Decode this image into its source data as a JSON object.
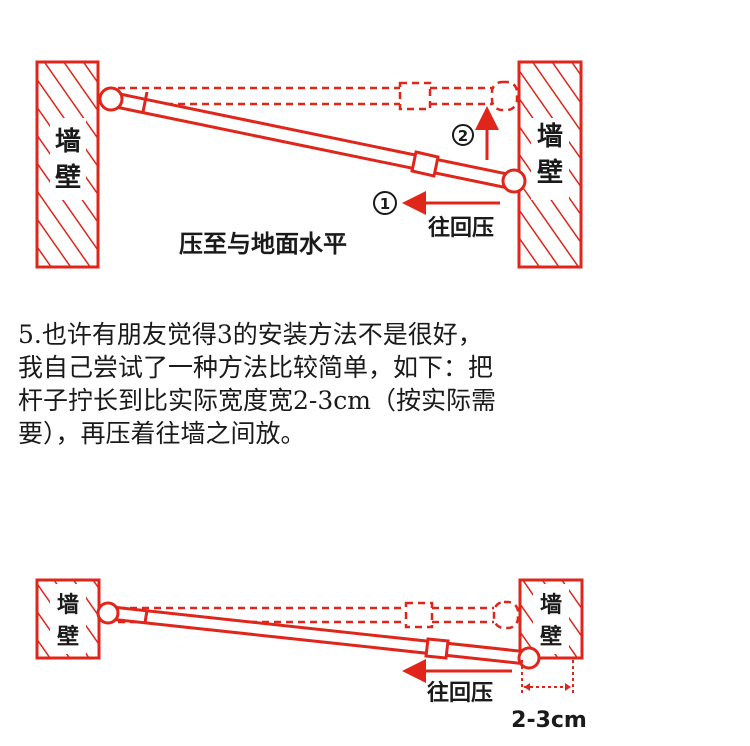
{
  "colors": {
    "accent": "#e0251b",
    "text": "#1a1a1a"
  },
  "top_diagram": {
    "wall_left": [
      "墙",
      "壁"
    ],
    "wall_right": [
      "墙",
      "壁"
    ],
    "step1_number": "1",
    "step2_number": "2",
    "push_label": "往回压",
    "caption": "压至与地面水平"
  },
  "instruction": {
    "lines": [
      "5.也许有朋友觉得3的安装方法不是很好，",
      "我自己尝试了一种方法比较简单，如下：把",
      "杆子拧长到比实际宽度宽2-3cm（按实际需",
      "要），再压着往墙之间放。"
    ]
  },
  "bottom_diagram": {
    "wall_left": [
      "墙",
      "壁"
    ],
    "wall_right": [
      "墙",
      "壁"
    ],
    "push_label": "往回压",
    "gap_label": "2-3cm"
  }
}
